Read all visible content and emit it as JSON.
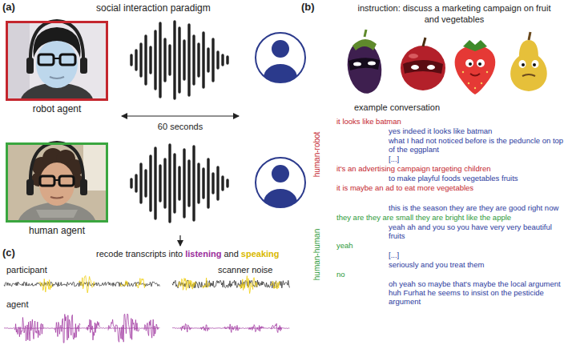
{
  "diagram": {
    "nodes": [
      {
        "text": [
          "robot agent"
        ]
      },
      {
        "text": [
          "human agent"
        ]
      }
    ],
    "labels": [
      "(a)",
      "social interaction paradigm",
      "60 seconds",
      "(c)",
      "recode transcripts into",
      "listening",
      "and",
      "speaking",
      "participant",
      "scanner noise",
      "agent",
      "(b)",
      "instruction: discuss a marketing campaign on fruit and vegetables",
      "example conversation",
      "human-robot",
      "it looks like batman",
      "yes indeed it looks like batman",
      "what I had not noticed before is the peduncle on top of the eggplant",
      "[...]",
      "it's an advertising campaign targeting children",
      "to make playful foods vegetables fruits",
      "it is maybe an ad to eat more vegetables",
      "human-human",
      "this is the season they are they are good right now",
      "they are they are small they are bright like the apple",
      "yeah ah and you so you have very very beautiful fruits",
      "yeah",
      "[...]",
      "seriously and you treat them",
      "no",
      "oh yeah so maybe that's maybe the local argument huh Furhat he seems to insist on the pesticide argument"
    ]
  }
}
